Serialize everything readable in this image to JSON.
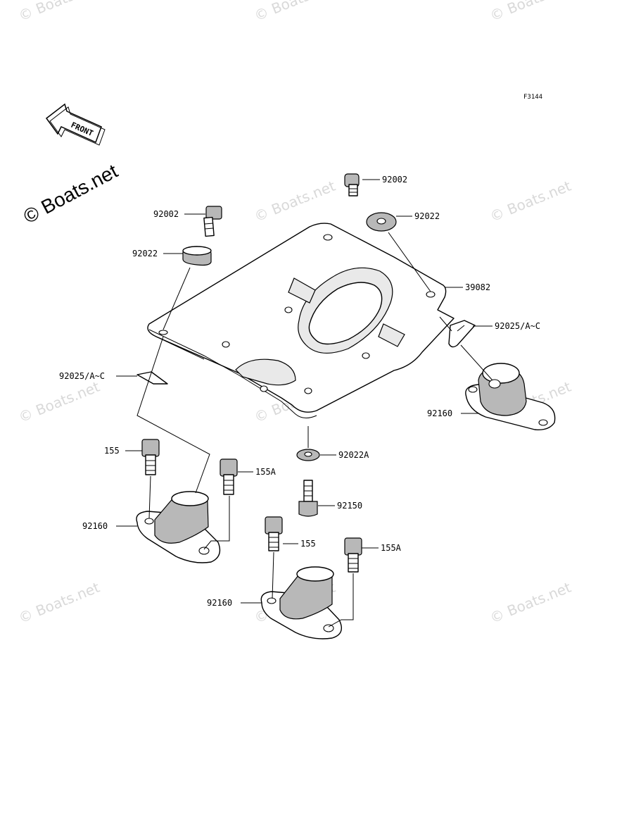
{
  "figure_code": "F3144",
  "brand_watermark": "© Boats.net",
  "faint_watermark": "© Boats.net",
  "front_arrow_label": "FRONT",
  "labels": {
    "bolt_right": "92002",
    "bolt_left": "92002",
    "washer_right": "92022",
    "washer_left": "92022",
    "plate": "39082",
    "clip_right": "92025/A~C",
    "clip_left": "92025/A~C",
    "mount_right": "92160",
    "mount_left": "92160",
    "mount_bottom": "92160",
    "washer_lower": "92022A",
    "stud": "92150",
    "bolt_155_left": "155",
    "bolt_155a_left": "155A",
    "bolt_155_bottom": "155",
    "bolt_155a_bottom": "155A"
  }
}
